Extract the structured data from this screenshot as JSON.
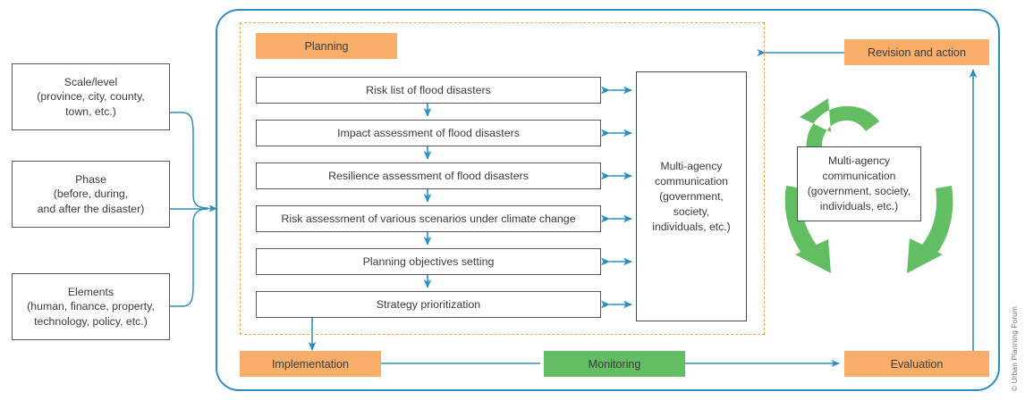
{
  "figure": {
    "credit": "© Urban Planning Forum",
    "colors": {
      "orange_chip": "#f8ad68",
      "green_chip": "#62bd63",
      "green_arrow": "#62bd63",
      "blue_line": "#2d8fc0",
      "dashed_border": "#f5a14a",
      "box_border": "#58595b"
    }
  },
  "inputs": {
    "items": [
      {
        "id": "scale-level",
        "label": "Scale/level\n(province, city, county,\ntown, etc.)"
      },
      {
        "id": "phase",
        "label": "Phase\n(before, during,\nand after the disaster)"
      },
      {
        "id": "elements",
        "label": "Elements\n(human, finance, property,\ntechnology, policy, etc.)"
      }
    ]
  },
  "planning": {
    "title": "Planning",
    "steps": [
      {
        "id": "risk-list",
        "label": "Risk list of flood disasters"
      },
      {
        "id": "impact-assessment",
        "label": "Impact assessment of flood disasters"
      },
      {
        "id": "resilience-assessment",
        "label": "Resilience assessment of flood disasters"
      },
      {
        "id": "risk-assessment-scenarios",
        "label": "Risk assessment of various scenarios under climate change"
      },
      {
        "id": "planning-objectives",
        "label": "Planning objectives setting"
      },
      {
        "id": "strategy-prioritization",
        "label": "Strategy prioritization"
      }
    ],
    "communication": {
      "id": "multi-agency-left",
      "label": "Multi-agency\ncommunication\n(government,\nsociety,\nindividuals, etc.)"
    }
  },
  "cycle": {
    "revision": "Revision and action",
    "communication": {
      "id": "multi-agency-right",
      "label": "Multi-agency\ncommunication\n(government, society,\nindividuals, etc.)"
    }
  },
  "bottom": {
    "implementation": "Implementation",
    "monitoring": "Monitoring",
    "evaluation": "Evaluation"
  }
}
